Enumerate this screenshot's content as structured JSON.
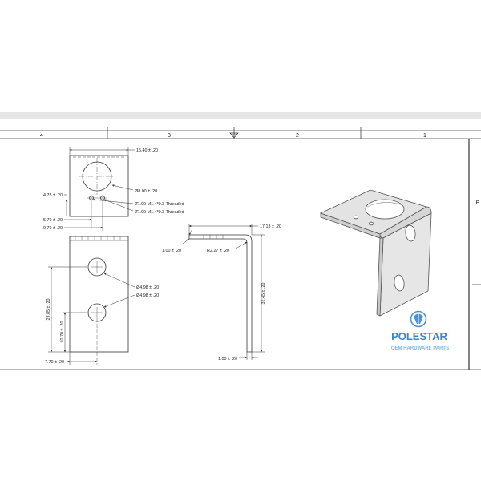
{
  "zone_labels": {
    "z4": "4",
    "z3": "3",
    "z2": "2",
    "z1": "1",
    "right_edge": "B"
  },
  "dimensions": {
    "top_width": "15.40 ± .20",
    "hole_large": "Ø8.00 ± .20",
    "hole_offset_y": "4.75 ± .20",
    "thread_1": "∇1.00 M1.4*0.3 Threaded",
    "thread_2": "∇1.00 M1.4*0.3 Threaded",
    "hole_x_1": "5.70 ± .20",
    "hole_x_2": "9.70 ± .20",
    "front_hole_1": "Ø4.98 ± .20",
    "front_hole_2": "Ø4.98 ± .20",
    "front_height": "23.85 ± .20",
    "front_hole_gap": "10.70 ± .20",
    "front_hole_x": "7.70 ± .20",
    "side_top_len": "17.13 ± .20",
    "side_thickness": "1.00 ± .20",
    "bend_radius": "R2.27 ± .20",
    "side_height": "32.45 ± .20",
    "side_bottom_thickness": "1.00 ± .20"
  },
  "watermark": {
    "brand": "POLESTAR",
    "tagline": "OEM HARDWARE PARTS"
  },
  "colors": {
    "line": "#333333",
    "part_fill": "#e3e3e3",
    "part_shade": "#c9c9c9",
    "brand": "#3a86c8",
    "brand_light": "#7fb6e0",
    "frame_bar": "#e6e6e6"
  }
}
